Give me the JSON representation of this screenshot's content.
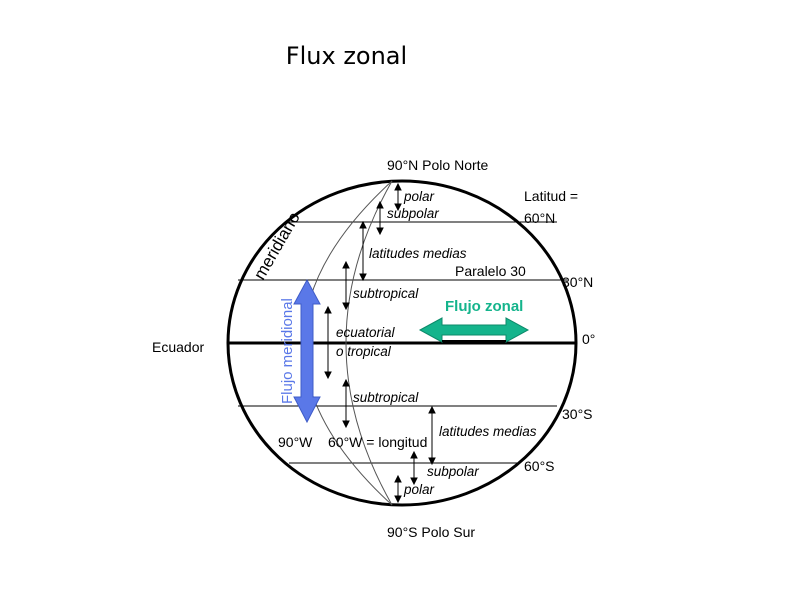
{
  "title": "Flux zonal",
  "labels": {
    "north_pole": "90°N Polo Norte",
    "south_pole": "90°S Polo Sur",
    "latitude_eq": "Latitud =",
    "lat_60n": "60°N",
    "lat_30n": "30°N",
    "lat_0": "0°",
    "lat_30s": "30°S",
    "lat_60s": "60°S",
    "parallel_30": "Paralelo 30",
    "equator": "Ecuador",
    "meridian": "meridiano",
    "lon_90w": "90°W",
    "lon_60w": "60°W = longitud"
  },
  "zones": {
    "polar_n": "polar",
    "subpolar_n": "subpolar",
    "mid_n": "latitudes medias",
    "subtropical_n": "subtropical",
    "equatorial_1": "ecuatorial",
    "equatorial_2": "o tropical",
    "subtropical_s": "subtropical",
    "mid_s": "latitudes medias",
    "subpolar_s": "subpolar",
    "polar_s": "polar"
  },
  "flows": {
    "zonal": "Flujo zonal",
    "meridional": "Flujo meridional"
  },
  "colors": {
    "zonal": "#14b48c",
    "meridional": "#5a78e8",
    "meridian_label": "#3c3cdc"
  }
}
